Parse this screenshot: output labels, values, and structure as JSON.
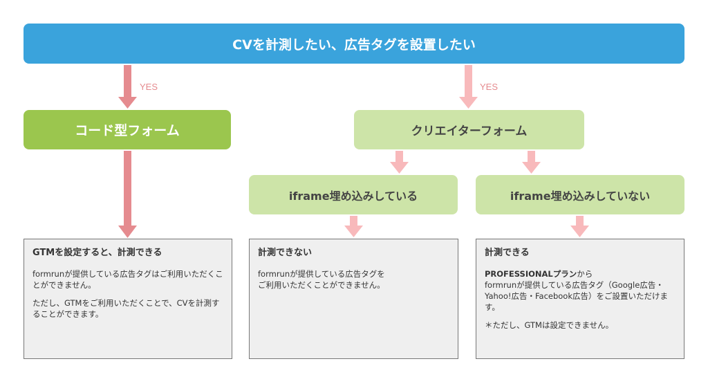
{
  "top_banner": "CVを計測したい、広告タグを設置したい",
  "yes_label": "YES",
  "nodes": {
    "code_form": "コード型フォーム",
    "creator_form": "クリエイターフォーム",
    "iframe_embedded": "iframe埋め込みしている",
    "iframe_not_embedded": "iframe埋め込みしていない"
  },
  "results": {
    "code_form": {
      "heading": "GTMを設定すると、計測できる",
      "p1": "formrunが提供している広告タグはご利用いただくことができません。",
      "p2": "ただし、GTMをご利用いただくことで、CVを計測することができます。"
    },
    "iframe_embedded": {
      "heading": "計測できない",
      "p1": "formrunが提供している広告タグを",
      "p2": "ご利用いただくことができません。"
    },
    "iframe_not_embedded": {
      "heading": "計測できる",
      "plan_bold": "PROFESSIONALプラン",
      "plan_rest": "から",
      "p1": "formrunが提供している広告タグ（Google広告・Yahoo!広告・Facebook広告）をご設置いただけます。",
      "p2": "＊ただし、GTMは設定できません。"
    }
  },
  "colors": {
    "banner": "#3aa3dc",
    "code_form": "#9bc64e",
    "light_green": "#cde4a8",
    "arrow_dark": "#e58b8f",
    "arrow_light": "#f8b9bb",
    "result_bg": "#efefef"
  }
}
